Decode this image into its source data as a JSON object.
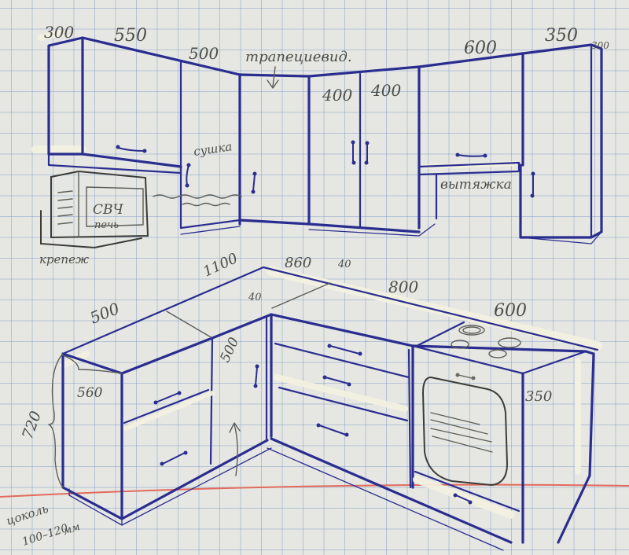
{
  "drawing": {
    "title": "Kitchen cabinet layout sketch (L-shaped)",
    "paper_grid_color": "#8fa6cc",
    "margin_line_color": "#e36a5c",
    "ink_color": "#2a2d8f",
    "pencil_color": "#5d5d58"
  },
  "wall_cabinets": {
    "dimensions": {
      "left_end": "300",
      "left_cabinet": "550",
      "corner_left": "500",
      "right_cabinet": "600",
      "right_tall": "350",
      "right_end": "300"
    },
    "labels": {
      "trapezoid": "трапециевид.",
      "door_left": "400",
      "door_right": "400",
      "dryer": "сушка",
      "hood": "вытяжка",
      "microwave_line1": "СВЧ",
      "microwave_line2": "печь",
      "bracket": "крепеж"
    }
  },
  "base_cabinets": {
    "dimensions": {
      "left_depth_top": "500",
      "corner_length": "1100",
      "corner_depth": "860",
      "gap_right": "40",
      "gap_left": "40",
      "right_run": "800",
      "stove": "600",
      "end_panel": "350",
      "left_side_depth": "560",
      "height": "720",
      "corner_door": "500"
    },
    "labels": {
      "plinth_line1": "цоколь",
      "plinth_line2": "100–120",
      "plinth_unit": "мм"
    }
  }
}
